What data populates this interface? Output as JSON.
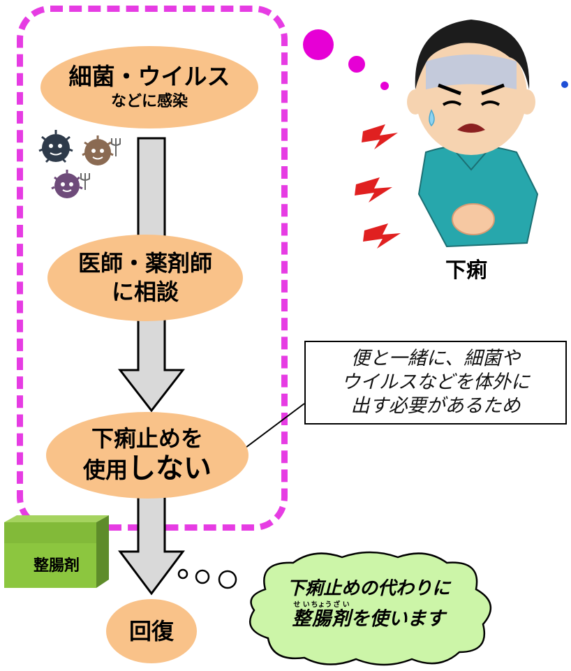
{
  "flow": {
    "step1": {
      "line1": "細菌・ウイルス",
      "line2": "などに感染"
    },
    "step2": {
      "line1": "医師・薬剤師",
      "line2": "に相談"
    },
    "step3": {
      "line1": "下痢止めを",
      "line2a": "使用",
      "line2b": "しない"
    },
    "step4": {
      "label": "回復"
    }
  },
  "person": {
    "caption": "下痢"
  },
  "note": {
    "line1": "便と一緒に、細菌や",
    "line2": "ウイルスなどを体外に",
    "line3": "出す必要があるため"
  },
  "medicine_box": {
    "label": "整腸剤"
  },
  "thought_bubble": {
    "line1": "下痢止めの代わりに",
    "ruby": {
      "sei": "せい",
      "chou": "ちょう",
      "zai": "ざい"
    },
    "line2a": "整",
    "line2b": "腸",
    "line2c": "剤",
    "line2d": "を使います"
  },
  "colors": {
    "oval_fill": "#f9c289",
    "frame_dash": "#e63ce3",
    "arrow_fill": "#d9d9d9",
    "bubble_fill": "#ccf5a8",
    "box_green": "#8cc63f",
    "shirt": "#27a7ac"
  }
}
